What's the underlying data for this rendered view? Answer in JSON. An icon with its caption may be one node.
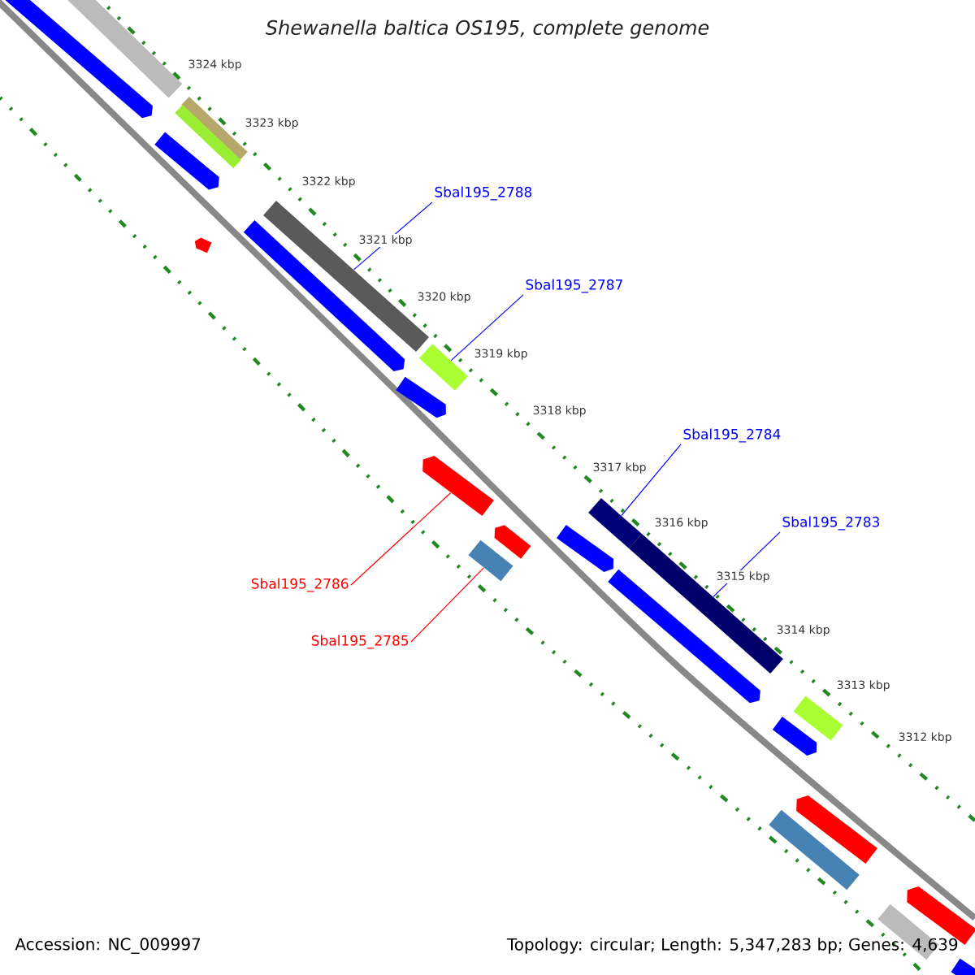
{
  "diagram": {
    "title": "Shewanella baltica OS195, complete genome",
    "nodes": [
      {
        "text": [
          "Sbal195_2788"
        ]
      },
      {
        "text": [
          "Sbal195_2787"
        ]
      },
      {
        "text": [
          "Sbal195_2784"
        ]
      },
      {
        "text": [
          "Sbal195_2783"
        ]
      },
      {
        "text": [
          "Sbal195_2786"
        ]
      },
      {
        "text": [
          "Sbal195_2785"
        ]
      },
      {
        "text": [],
        "shape": "bar"
      },
      {
        "text": [],
        "shape": "bar"
      },
      {
        "text": [],
        "shape": "bar"
      },
      {
        "text": [],
        "shape": "bar"
      },
      {
        "text": [],
        "shape": "pentagon"
      },
      {
        "text": [],
        "shape": "bar"
      },
      {
        "text": [],
        "shape": "pentagon"
      },
      {
        "text": [],
        "shape": "pentagon"
      },
      {
        "text": [],
        "shape": "pentagon"
      },
      {
        "text": [],
        "shape": "pentagon"
      },
      {
        "text": [],
        "shape": "pentagon"
      },
      {
        "text": [],
        "shape": "pentagon"
      },
      {
        "text": [],
        "shape": "pentagon"
      },
      {
        "text": [],
        "shape": "bar"
      },
      {
        "text": [],
        "shape": "bar"
      },
      {
        "text": [],
        "shape": "bar"
      },
      {
        "text": [],
        "shape": "bar"
      },
      {
        "text": [],
        "shape": "pentagon"
      },
      {
        "text": [],
        "shape": "pentagon"
      },
      {
        "text": [],
        "shape": "pentagon"
      },
      {
        "text": [],
        "shape": "bar"
      },
      {
        "text": [],
        "shape": "pentagon"
      },
      {
        "text": [],
        "shape": "bar"
      },
      {
        "text": [],
        "shape": "bar"
      }
    ],
    "edges": [
      {
        "from": 0,
        "to": 6,
        "arrow": "none"
      },
      {
        "from": 1,
        "to": 7,
        "arrow": "none"
      },
      {
        "from": 2,
        "to": 8,
        "arrow": "none"
      },
      {
        "from": 3,
        "to": 9,
        "arrow": "none"
      },
      {
        "from": 4,
        "to": 10,
        "arrow": "none",
        "color": "#ff0000"
      },
      {
        "from": 5,
        "to": 11,
        "arrow": "none",
        "color": "#ff0000"
      }
    ],
    "labels": [
      "3324 kbp",
      "3323 kbp",
      "3322 kbp",
      "3321 kbp",
      "3320 kbp",
      "3319 kbp",
      "3318 kbp",
      "3317 kbp",
      "3316 kbp",
      "3315 kbp",
      "3314 kbp",
      "3313 kbp",
      "3312 kbp",
      "Accession: NC_009997",
      "Topology: circular; Length: 5,347,283 bp; Genes: 4,639"
    ]
  }
}
